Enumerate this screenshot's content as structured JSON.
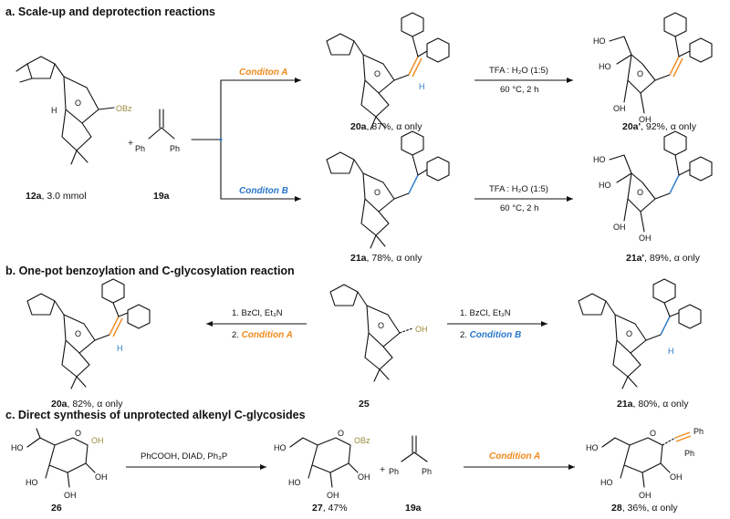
{
  "sections": {
    "a": "a. Scale-up and deprotection reactions",
    "b": "b. One-pot benzoylation and C-glycosylation reaction",
    "c": "c. Direct synthesis of unprotected alkenyl C-glycosides"
  },
  "compounds": {
    "c12a": {
      "num": "12a",
      "desc": ", 3.0 mmol"
    },
    "c19a": {
      "num": "19a"
    },
    "c19a_c": {
      "num": "19a"
    },
    "c20a": {
      "num": "20a",
      "desc": ", 87%, α only"
    },
    "c20a_prime": {
      "num": "20a'",
      "desc": ", 92%, α only"
    },
    "c21a": {
      "num": "21a",
      "desc": ", 78%, α only"
    },
    "c21a_prime": {
      "num": "21a'",
      "desc": ", 89%, α only"
    },
    "c20a_b": {
      "num": "20a",
      "desc": ", 82%, α only"
    },
    "c25": {
      "num": "25"
    },
    "c21a_b": {
      "num": "21a",
      "desc": ", 80%, α only"
    },
    "c26": {
      "num": "26"
    },
    "c27": {
      "num": "27",
      "desc": ", 47%"
    },
    "c28": {
      "num": "28",
      "desc": ", 36%, α only"
    }
  },
  "conditions": {
    "condA": "Conditon A",
    "condB": "Conditon B",
    "tfa1": "TFA : H₂O (1:5)",
    "temp1": "60 °C, 2 h",
    "tfa2": "TFA : H₂O (1:5)",
    "temp2": "60 °C, 2 h",
    "b_left_1": "1. BzCl, Et₃N",
    "b_left_2_prefix": "2. ",
    "b_left_2_cond": "Condition A",
    "b_right_1": "1. BzCl, Et₃N",
    "b_right_2_prefix": "2. ",
    "b_right_2_cond": "Condition B",
    "c_reagents": "PhCOOH, DIAD, Ph₃P",
    "c_condA": "Condition A"
  },
  "atoms": {
    "obz": "OBz",
    "oh": "OH",
    "ph": "Ph",
    "plus": "+",
    "h": "H",
    "o": "O",
    "ho": "HO"
  },
  "colors": {
    "orange": "#f08a1c",
    "blue": "#2a78c8",
    "olive": "#9a8a3a"
  }
}
